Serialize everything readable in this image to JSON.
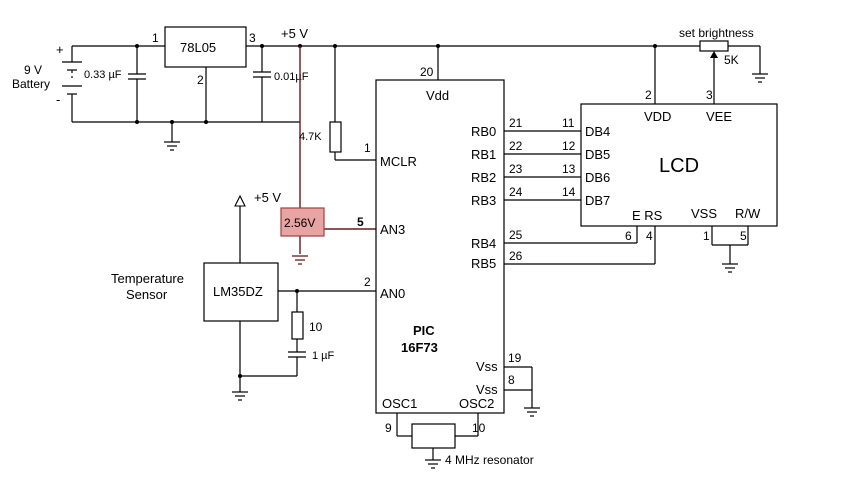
{
  "colors": {
    "wire": "#000000",
    "ref_wire": "#6b1a1a",
    "ref_fill": "#e8a3a3",
    "ref_border": "#a04040"
  },
  "battery": {
    "label1": "9 V",
    "label2": "Battery",
    "plus": "+",
    "minus": "-"
  },
  "caps": {
    "c1": "0.33 µF",
    "c2": "0.01µF",
    "c3": "1 µF"
  },
  "regulator": {
    "name": "78L05",
    "pin1": "1",
    "pin2": "2",
    "pin3": "3"
  },
  "supply": {
    "rail": "+5 V",
    "temp_rail": "+5 V"
  },
  "resistors": {
    "mclr": "4.7K",
    "temp": "10",
    "pot": "5K"
  },
  "reference": {
    "value": "2.56V"
  },
  "pic": {
    "name1": "PIC",
    "name2": "16F73",
    "vdd": "Vdd",
    "vdd_pin": "20",
    "mclr": "MCLR",
    "mclr_pin": "1",
    "an3": "AN3",
    "an3_pin": "5",
    "an0": "AN0",
    "an0_pin": "2",
    "rb0": "RB0",
    "rb1": "RB1",
    "rb2": "RB2",
    "rb3": "RB3",
    "rb4": "RB4",
    "rb5": "RB5",
    "rb0_pin": "21",
    "rb1_pin": "22",
    "rb2_pin": "23",
    "rb3_pin": "24",
    "rb4_pin": "25",
    "rb5_pin": "26",
    "vss1": "Vss",
    "vss1_pin": "19",
    "vss2": "Vss",
    "vss2_pin": "8",
    "osc1": "OSC1",
    "osc2": "OSC2",
    "osc1_pin": "9",
    "osc2_pin": "10"
  },
  "sensor": {
    "title1": "Temperature",
    "title2": "Sensor",
    "name": "LM35DZ"
  },
  "lcd": {
    "title": "LCD",
    "vdd": "VDD",
    "vee": "VEE",
    "vdd_pin": "2",
    "vee_pin": "3",
    "db4": "DB4",
    "db5": "DB5",
    "db6": "DB6",
    "db7": "DB7",
    "db4_pin": "11",
    "db5_pin": "12",
    "db6_pin": "13",
    "db7_pin": "14",
    "e_rs": "E RS",
    "e_pin": "6",
    "rs_pin": "4",
    "vss": "VSS",
    "rw": "R/W",
    "vss_pin": "1",
    "rw_pin": "5"
  },
  "brightness": {
    "label": "set brightness"
  },
  "resonator": {
    "label": "4 MHz resonator"
  }
}
